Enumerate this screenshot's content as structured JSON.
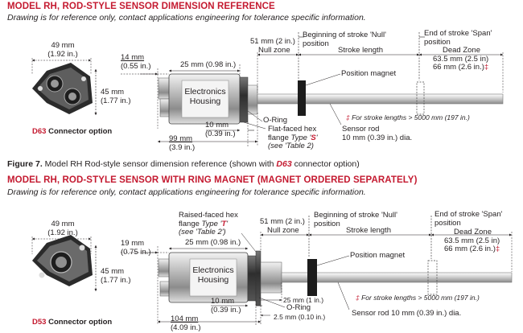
{
  "section1": {
    "title": "MODEL RH, ROD-STYLE SENSOR DIMENSION REFERENCE",
    "subtitle": "Drawing is for reference only, contact applications engineering for tolerance specific information.",
    "dims": {
      "width_mm": "49 mm",
      "width_in": "(1.92 in.)",
      "height_mm": "45 mm",
      "height_in": "(1.77 in.)",
      "offset_mm": "14 mm",
      "offset_in": "(0.55 in.)",
      "housing_mm": "25 mm (0.98 in.)",
      "flange_mm": "10 mm",
      "flange_in": "(0.39 in.)",
      "overall_mm": "99 mm",
      "overall_in": "(3.9 in.)",
      "null_dim": "51 mm (2 in.)",
      "null_zone": "Null zone",
      "stroke_length": "Stroke length",
      "dead_zone": "Dead Zone",
      "dead_1": "63.5 mm (2.5 in)",
      "dead_2": "66 mm (2.6 in.)",
      "dead_mark": "‡"
    },
    "labels": {
      "begin_stroke": "Beginning of stroke 'Null'",
      "begin_position": "position",
      "end_stroke": "End of stroke 'Span'",
      "end_position": "position",
      "position_magnet": "Position magnet",
      "electronics": "Electronics",
      "housing": "Housing",
      "oring": "O-Ring",
      "flange_1": "Flat-faced hex",
      "flange_2_pre": "flange ",
      "flange_2_type": "Type '",
      "flange_2_letter": "S",
      "flange_2_post": "'",
      "flange_3": "(see 'Table 2)",
      "sensor_rod_1": "Sensor rod",
      "sensor_rod_2": "10 mm (0.39 in.) dia.",
      "stroke_note_mark": "‡",
      "stroke_note": " For stroke lengths > 5000 mm (197 in.)",
      "connector_code": "D63",
      "connector_label": " Connector option"
    },
    "figure": {
      "prefix": "Figure 7.",
      "text": "  Model RH Rod-style sensor dimension reference (shown with ",
      "code": "D63",
      "suffix": " connector option)"
    }
  },
  "section2": {
    "title": "MODEL RH, ROD-STYLE SENSOR WITH RING MAGNET (MAGNET ORDERED SEPARATELY)",
    "subtitle": "Drawing is for reference only, contact applications engineering for tolerance specific information.",
    "dims": {
      "width_mm": "49 mm",
      "width_in": "(1.92 in.)",
      "height_mm": "45 mm",
      "height_in": "(1.77 in.)",
      "offset_mm": "19 mm",
      "offset_in": "(0.75 in.)",
      "housing_mm": "25 mm (0.98 in.)",
      "flange_mm": "10 mm",
      "flange_in": "(0.39 in.)",
      "overall_mm": "104 mm",
      "overall_in": "(4.09 in.)",
      "null_dim": "51 mm (2 in.)",
      "null_zone": "Null zone",
      "stroke_length": "Stroke length",
      "dead_zone": "Dead Zone",
      "dead_1": "63.5 mm (2.5 in)",
      "dead_2": "66 mm (2.6 in.)",
      "dead_mark": "‡",
      "gap_25": "25 mm (1 in.)",
      "gap_2_5": "2.5 mm (0.10 in.)"
    },
    "labels": {
      "raised_1": "Raised-faced hex",
      "raised_2_pre": "flange ",
      "raised_2_type": "Type '",
      "raised_2_letter": "T",
      "raised_2_post": "'",
      "raised_3": "(see 'Table 2')",
      "begin_stroke": "Beginning of stroke 'Null'",
      "begin_position": "position",
      "end_stroke": "End of stroke 'Span'",
      "end_position": "position",
      "position_magnet": "Position magnet",
      "electronics": "Electronics",
      "housing": "Housing",
      "oring": "O-Ring",
      "sensor_rod": "Sensor rod 10 mm (0.39 in.) dia.",
      "stroke_note_mark": "‡",
      "stroke_note": " For stroke lengths > 5000 mm (197 in.)",
      "connector_code": "D53",
      "connector_label": " Connector option"
    }
  },
  "colors": {
    "accent_red": "#c41a30",
    "text": "#231f20",
    "metal_dark": "#3a3a3a",
    "metal_light": "#d9d9d9"
  }
}
